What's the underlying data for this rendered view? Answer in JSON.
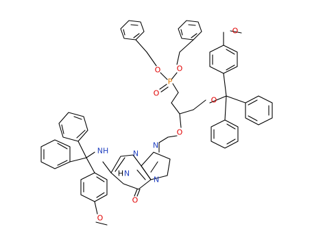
{
  "structure": {
    "colors": {
      "bond": "#000000",
      "red": "#e00000",
      "blue": "#1f3fbf",
      "orange": "#e07800",
      "black": "#000000"
    },
    "atoms": {
      "o_top_right": "O",
      "o_bp1": "O",
      "o_bp2": "O",
      "p": "P",
      "o_pdouble": "O",
      "o_trityl": "O",
      "o_ether": "O",
      "n9": "N",
      "n3": "N",
      "n7": "N",
      "nh_amino": "NH",
      "n1": "N",
      "h_n1": "H",
      "o_carbonyl": "O",
      "o_bottom_methoxy": "O"
    }
  }
}
